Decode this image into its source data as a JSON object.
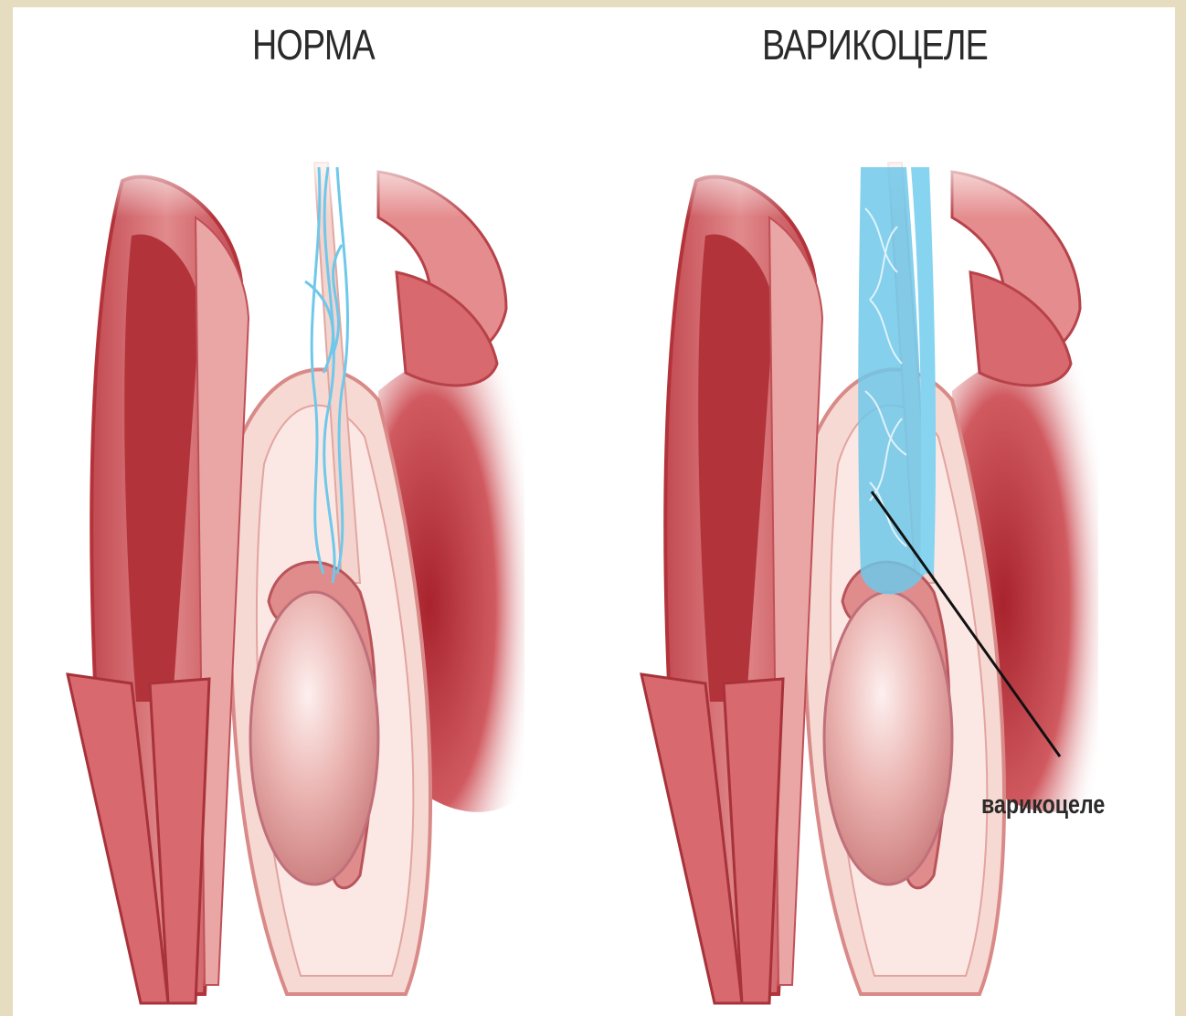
{
  "headings": {
    "left": "НОРМА",
    "right": "ВАРИКОЦЕЛЕ"
  },
  "callout": {
    "label": "варикоцеле"
  },
  "colors": {
    "flesh_dark": "#b3333b",
    "flesh_mid": "#d86a6f",
    "flesh_light": "#f1c2bd",
    "vein_blue": "#6fc8ea",
    "background": "#ffffff",
    "frame": "#e6dcbf"
  }
}
